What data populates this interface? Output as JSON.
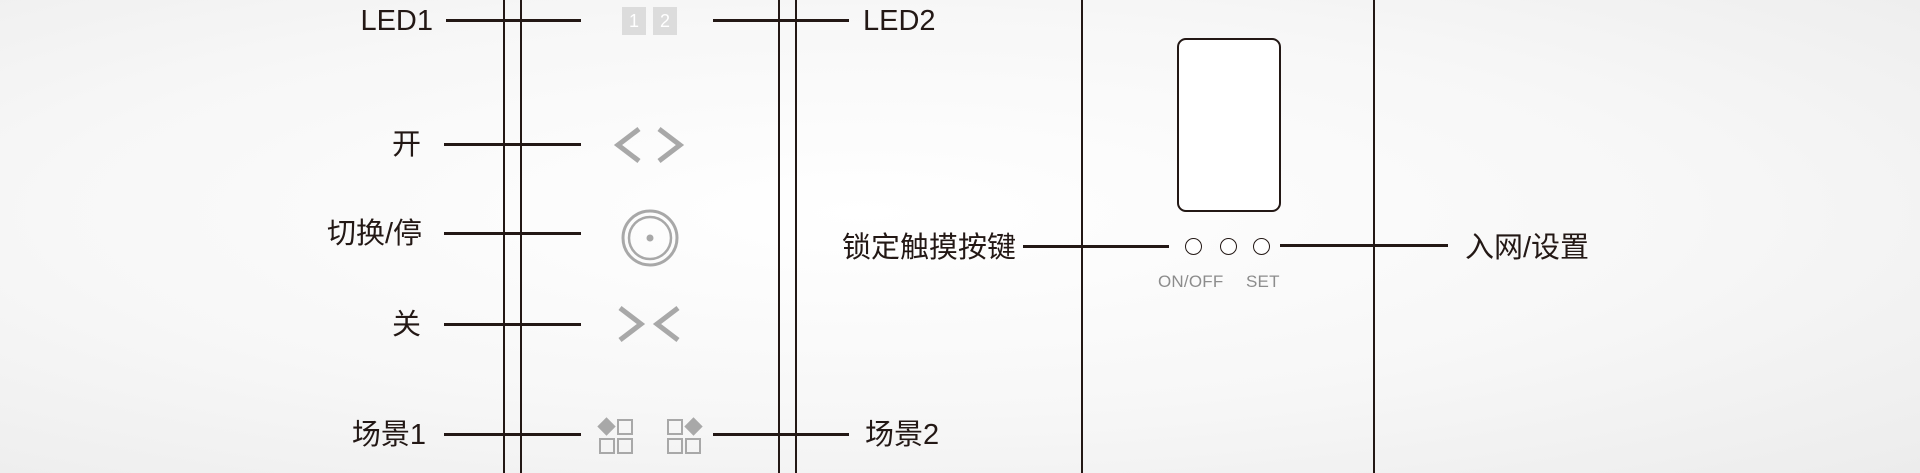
{
  "left_panel": {
    "led1_label": "LED1",
    "led2_label": "LED2",
    "on_label": "开",
    "switch_stop_label": "切换/停",
    "off_label": "关",
    "scene1_label": "场景1",
    "scene2_label": "场景2",
    "led_indicator_1": "1",
    "led_indicator_2": "2"
  },
  "right_panel": {
    "lock_touch_label": "锁定触摸按键",
    "network_setup_label": "入网/设置",
    "button_caption_onoff": "ON/OFF",
    "button_caption_set": "SET"
  },
  "colors": {
    "line": "#231815",
    "icon_gray": "#a8a8a8",
    "indicator_gray": "#dcdcdc",
    "caption_gray": "#8c8c8c"
  }
}
